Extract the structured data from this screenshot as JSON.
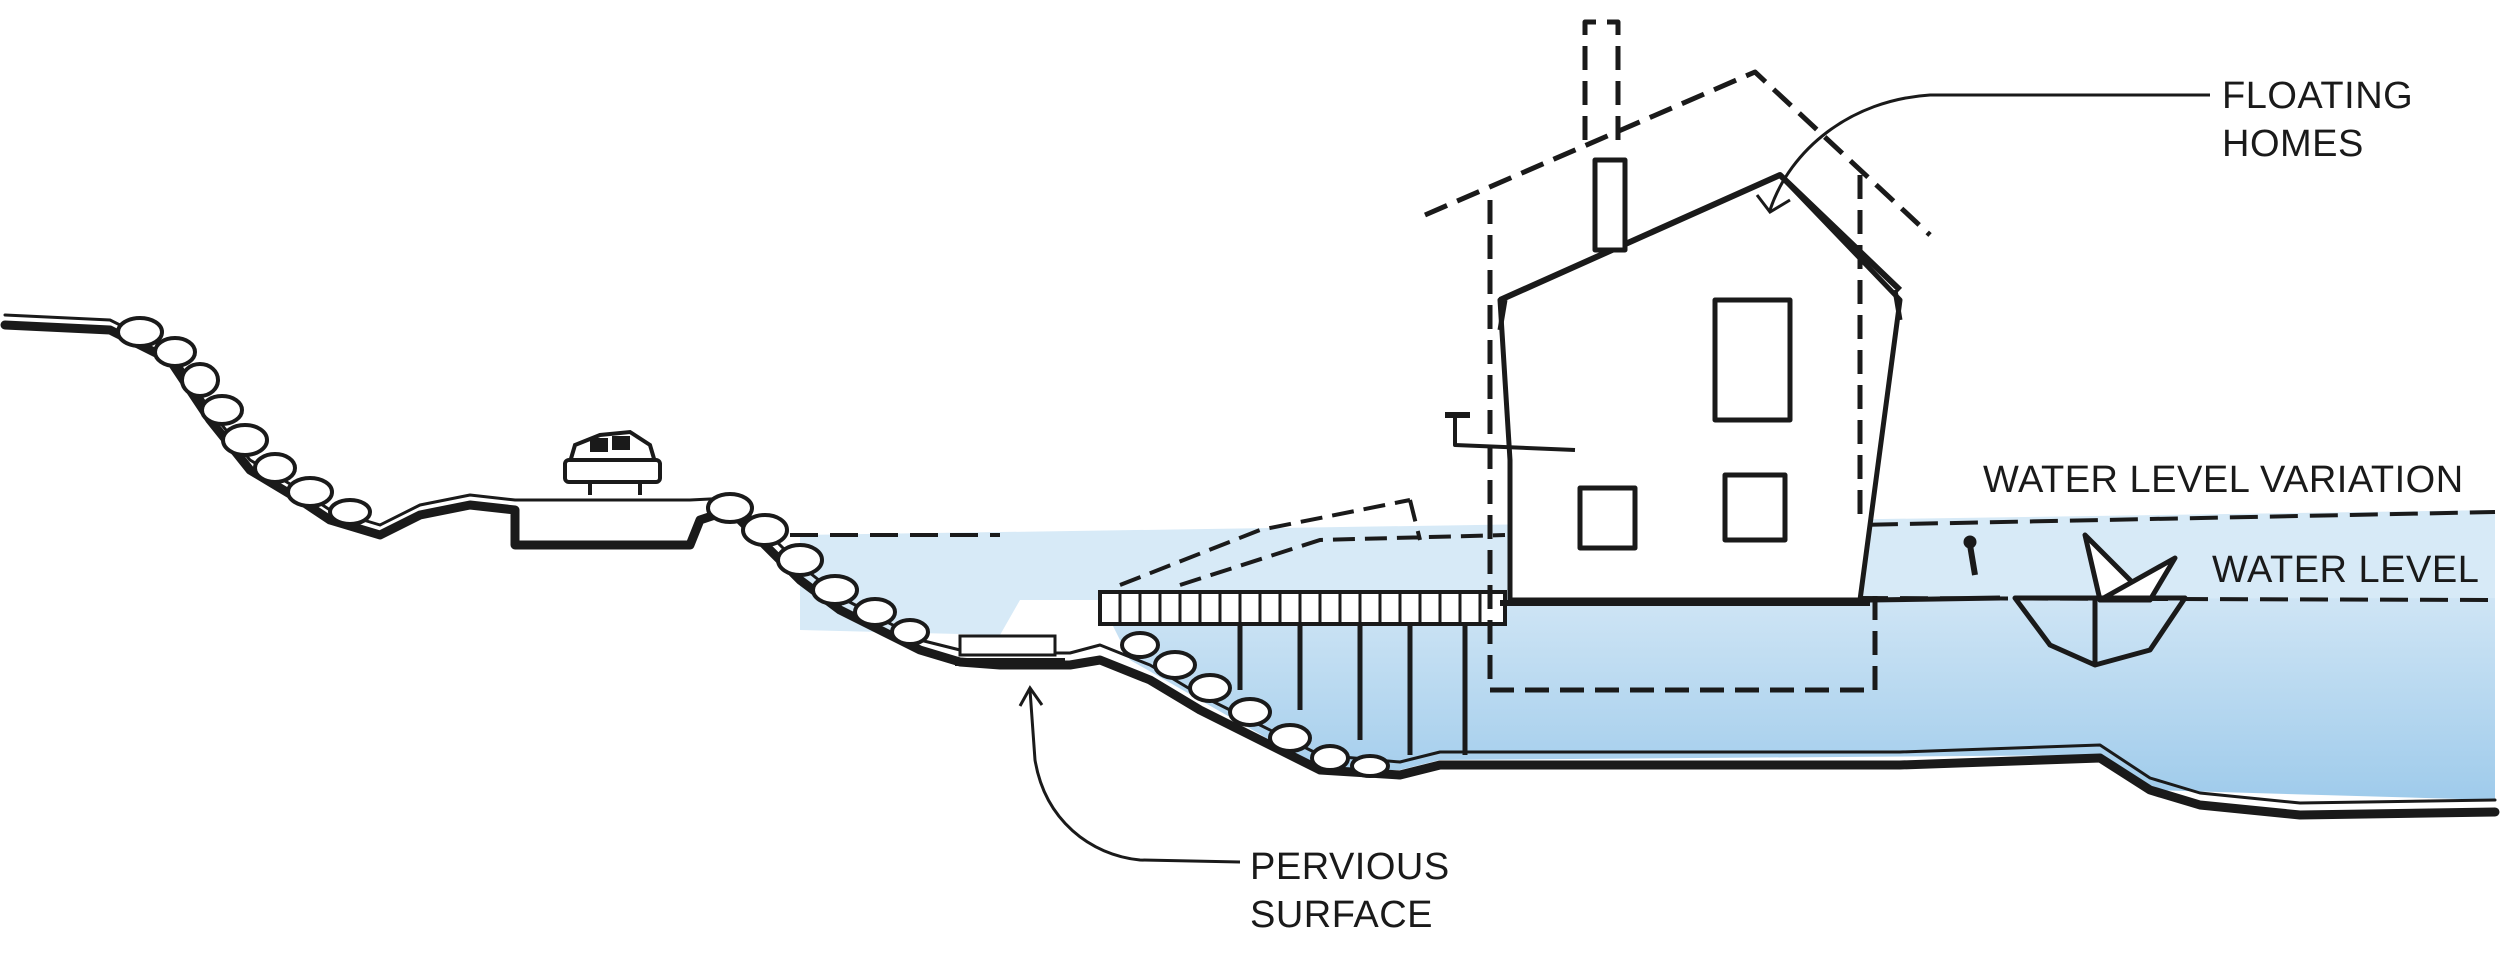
{
  "diagram": {
    "labels": {
      "floating_homes": [
        "FLOATING",
        "HOMES"
      ],
      "water_level_variation": "WATER LEVEL VARIATION",
      "water_level": "WATER LEVEL",
      "pervious_surface": [
        "PERVIOUS",
        "SURFACE"
      ]
    },
    "colors": {
      "ink": "#1a1a1a",
      "water_upper": "#d6e9f6",
      "water_lower": "#a9d0ee",
      "paper": "#ffffff"
    }
  }
}
